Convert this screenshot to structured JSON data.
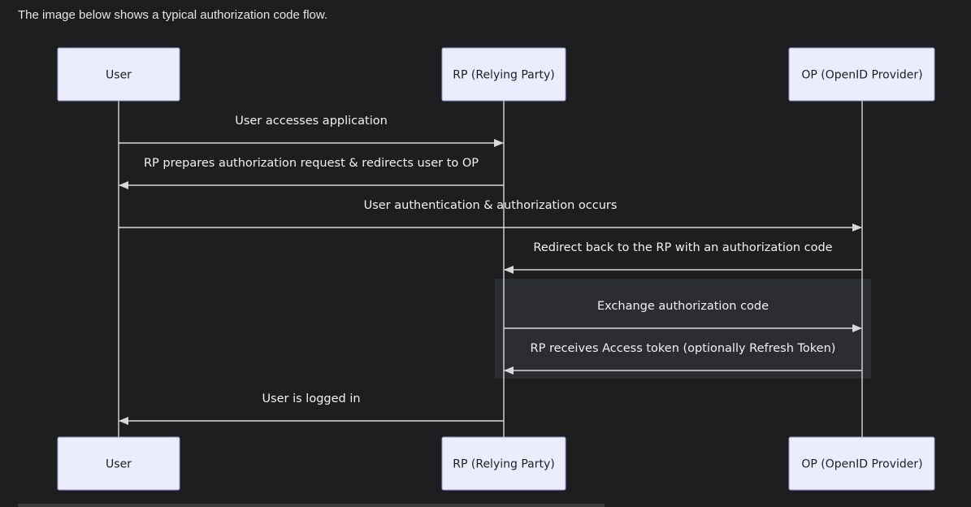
{
  "intro_text": "The image below shows a typical authorization code flow.",
  "participants": [
    {
      "id": "user",
      "label": "User"
    },
    {
      "id": "rp",
      "label": "RP (Relying Party)"
    },
    {
      "id": "op",
      "label": "OP (OpenID Provider)"
    }
  ],
  "messages": [
    {
      "from": "user",
      "to": "rp",
      "text": "User accesses application"
    },
    {
      "from": "rp",
      "to": "user",
      "text": "RP prepares authorization request & redirects user to OP"
    },
    {
      "from": "user",
      "to": "op",
      "text": "User authentication & authorization occurs"
    },
    {
      "from": "op",
      "to": "rp",
      "text": "Redirect back to the RP with an authorization code"
    },
    {
      "from": "rp",
      "to": "op",
      "text": "Exchange authorization code"
    },
    {
      "from": "op",
      "to": "rp",
      "text": "RP receives Access token (optionally Refresh Token)"
    },
    {
      "from": "rp",
      "to": "user",
      "text": "User is logged in"
    }
  ],
  "highlight_group": {
    "first_message": 4,
    "last_message": 5
  },
  "colors": {
    "background": "#1e1e20",
    "actor_fill": "#ececff",
    "actor_stroke": "#9a9ad8",
    "line": "#d8d8d8",
    "highlight": "#2b2d31"
  }
}
